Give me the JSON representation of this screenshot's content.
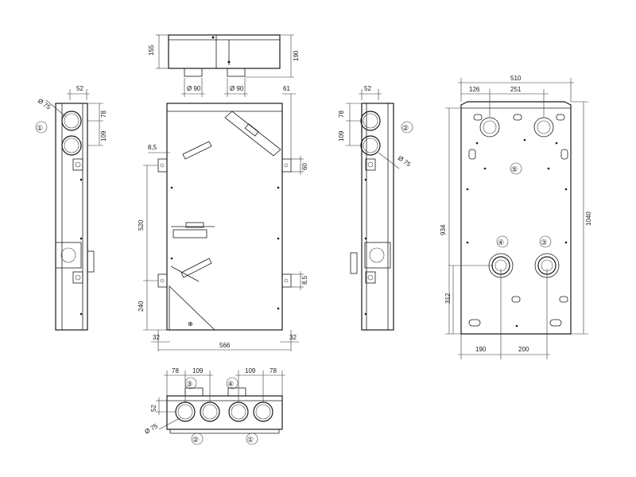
{
  "dims": {
    "top_h1": "155",
    "top_h2": "190",
    "top_d1": "Ø 90",
    "top_d2": "Ø 90",
    "l_w": "52",
    "l_d": "Ø 75",
    "l_a": "78",
    "l_b": "109",
    "f_61": "61",
    "f_85a": "8,5",
    "f_60": "60",
    "f_520": "520",
    "f_240": "240",
    "f_85b": "8,5",
    "f_32a": "32",
    "f_32b": "32",
    "f_566": "566",
    "r_w": "52",
    "r_a": "78",
    "r_b": "109",
    "r_d": "Ø 75",
    "b_510": "510",
    "b_126": "126",
    "b_251": "251",
    "b_934": "934",
    "b_1040": "1040",
    "b_312": "312",
    "b_190": "190",
    "b_200": "200",
    "bot_78a": "78",
    "bot_109a": "109",
    "bot_109b": "109",
    "bot_78b": "78",
    "bot_52": "52",
    "bot_d": "Ø 75"
  },
  "callouts": {
    "c1_left": "①",
    "c2_right": "②",
    "c5_back": "⑤",
    "c4_back": "④",
    "c3_back": "③",
    "c3_bottom": "③",
    "c4_bottom": "④",
    "c2_bottom": "②",
    "c1_bottom": "①"
  }
}
